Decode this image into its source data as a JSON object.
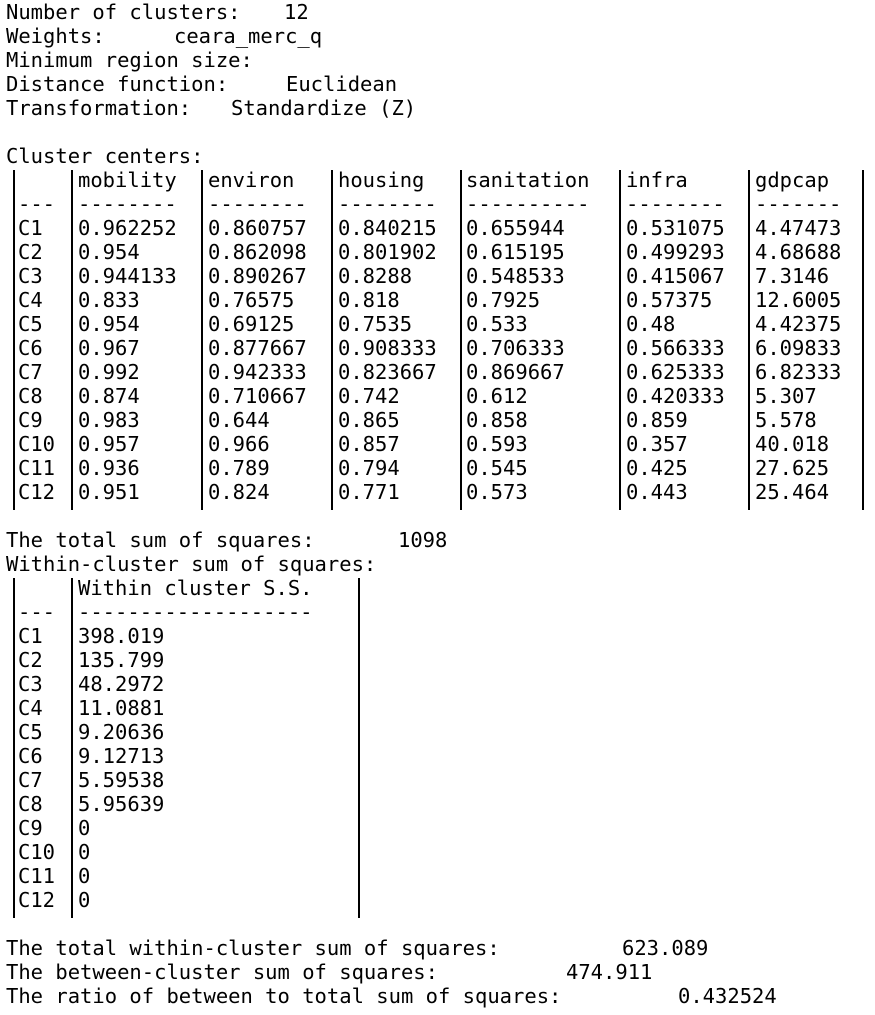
{
  "info": [
    {
      "label": "Number of clusters:",
      "value": "12"
    },
    {
      "label": "Weights:",
      "value": "ceara_merc_q"
    },
    {
      "label": "Minimum region size:",
      "value": ""
    },
    {
      "label": "Distance function:",
      "value": "Euclidean"
    },
    {
      "label": "Transformation:",
      "value": "Standardize (Z)"
    }
  ],
  "centers": {
    "title": "Cluster centers:",
    "columns": [
      "mobility",
      "environ",
      "housing",
      "sanitation",
      "infra",
      "gdpcap"
    ],
    "separators": [
      "---",
      "--------",
      "--------",
      "--------",
      "----------",
      "--------",
      "-------"
    ],
    "rows": [
      {
        "id": "C1",
        "values": [
          "0.962252",
          "0.860757",
          "0.840215",
          "0.655944",
          "0.531075",
          "4.47473"
        ]
      },
      {
        "id": "C2",
        "values": [
          "0.954",
          "0.862098",
          "0.801902",
          "0.615195",
          "0.499293",
          "4.68688"
        ]
      },
      {
        "id": "C3",
        "values": [
          "0.944133",
          "0.890267",
          "0.8288",
          "0.548533",
          "0.415067",
          "7.3146"
        ]
      },
      {
        "id": "C4",
        "values": [
          "0.833",
          "0.76575",
          "0.818",
          "0.7925",
          "0.57375",
          "12.6005"
        ]
      },
      {
        "id": "C5",
        "values": [
          "0.954",
          "0.69125",
          "0.7535",
          "0.533",
          "0.48",
          "4.42375"
        ]
      },
      {
        "id": "C6",
        "values": [
          "0.967",
          "0.877667",
          "0.908333",
          "0.706333",
          "0.566333",
          "6.09833"
        ]
      },
      {
        "id": "C7",
        "values": [
          "0.992",
          "0.942333",
          "0.823667",
          "0.869667",
          "0.625333",
          "6.82333"
        ]
      },
      {
        "id": "C8",
        "values": [
          "0.874",
          "0.710667",
          "0.742",
          "0.612",
          "0.420333",
          "5.307"
        ]
      },
      {
        "id": "C9",
        "values": [
          "0.983",
          "0.644",
          "0.865",
          "0.858",
          "0.859",
          "5.578"
        ]
      },
      {
        "id": "C10",
        "values": [
          "0.957",
          "0.966",
          "0.857",
          "0.593",
          "0.357",
          "40.018"
        ]
      },
      {
        "id": "C11",
        "values": [
          "0.936",
          "0.789",
          "0.794",
          "0.545",
          "0.425",
          "27.625"
        ]
      },
      {
        "id": "C12",
        "values": [
          "0.951",
          "0.824",
          "0.771",
          "0.573",
          "0.443",
          "25.464"
        ]
      }
    ]
  },
  "total_ss": {
    "label": "The total sum of squares:",
    "value": "1098"
  },
  "within": {
    "title": "Within-cluster sum of squares:",
    "column": "Within cluster S.S.",
    "separators": [
      "---",
      "-------------------"
    ],
    "rows": [
      {
        "id": "C1",
        "value": "398.019"
      },
      {
        "id": "C2",
        "value": "135.799"
      },
      {
        "id": "C3",
        "value": "48.2972"
      },
      {
        "id": "C4",
        "value": "11.0881"
      },
      {
        "id": "C5",
        "value": "9.20636"
      },
      {
        "id": "C6",
        "value": "9.12713"
      },
      {
        "id": "C7",
        "value": "5.59538"
      },
      {
        "id": "C8",
        "value": "5.95639"
      },
      {
        "id": "C9",
        "value": "0"
      },
      {
        "id": "C10",
        "value": "0"
      },
      {
        "id": "C11",
        "value": "0"
      },
      {
        "id": "C12",
        "value": "0"
      }
    ]
  },
  "summary": [
    {
      "label": "The total within-cluster sum of squares:",
      "value": "623.089"
    },
    {
      "label": "The between-cluster sum of squares:",
      "value": "474.911"
    },
    {
      "label": "The ratio of between to total sum of squares:",
      "value": "0.432524"
    }
  ]
}
